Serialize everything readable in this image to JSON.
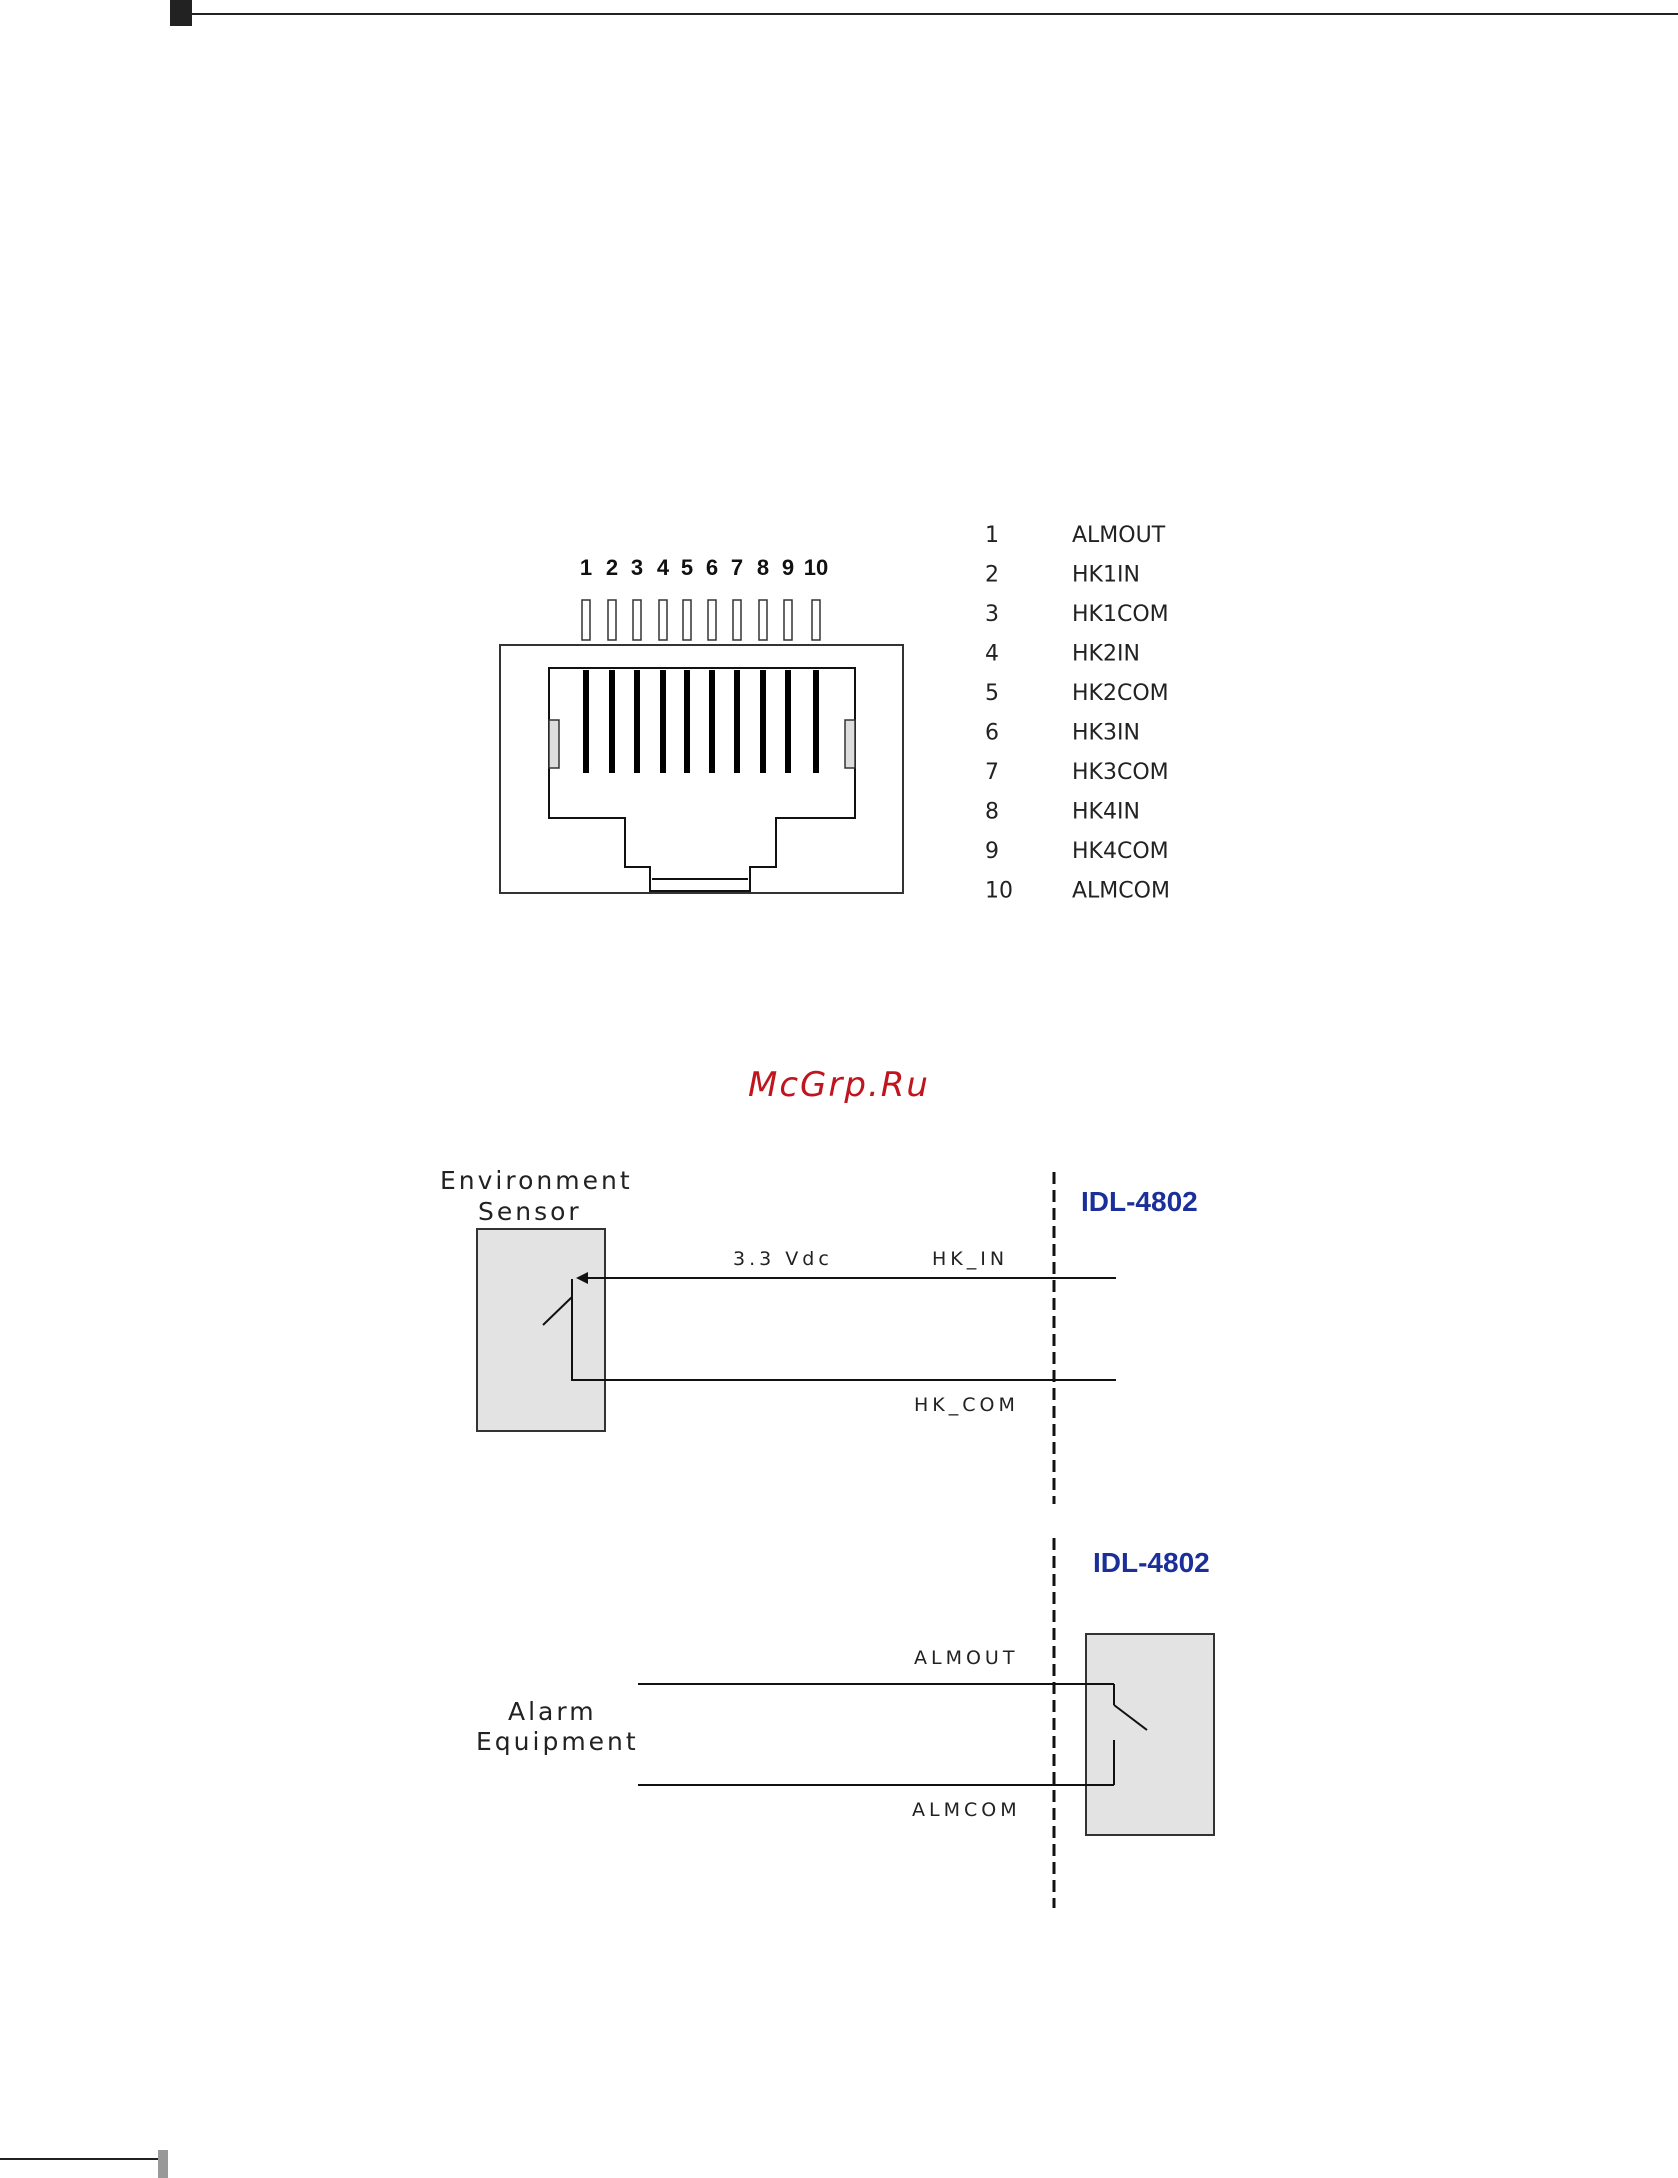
{
  "connector": {
    "pin_numbers": [
      "1",
      "2",
      "3",
      "4",
      "5",
      "6",
      "7",
      "8",
      "9",
      "10"
    ]
  },
  "pin_assignments": [
    {
      "pin": "1",
      "signal": "ALMOUT"
    },
    {
      "pin": "2",
      "signal": "HK1IN"
    },
    {
      "pin": "3",
      "signal": "HK1COM"
    },
    {
      "pin": "4",
      "signal": "HK2IN"
    },
    {
      "pin": "5",
      "signal": "HK2COM"
    },
    {
      "pin": "6",
      "signal": "HK3IN"
    },
    {
      "pin": "7",
      "signal": "HK3COM"
    },
    {
      "pin": "8",
      "signal": "HK4IN"
    },
    {
      "pin": "9",
      "signal": "HK4COM"
    },
    {
      "pin": "10",
      "signal": "ALMCOM"
    }
  ],
  "watermark": "McGrp.Ru",
  "sensor_diagram": {
    "sensor_label_line1": "Environment",
    "sensor_label_line2": "Sensor",
    "device_label": "IDL-4802",
    "voltage_label": "3.3 Vdc",
    "input_label": "HK_IN",
    "common_label": "HK_COM"
  },
  "alarm_diagram": {
    "device_label": "IDL-4802",
    "equipment_label_line1": "Alarm",
    "equipment_label_line2": "Equipment",
    "output_label": "ALMOUT",
    "common_label": "ALMCOM"
  },
  "colors": {
    "device_label": "#1a2f9a",
    "watermark": "#c0141e",
    "box_fill": "#e3e3e3"
  }
}
